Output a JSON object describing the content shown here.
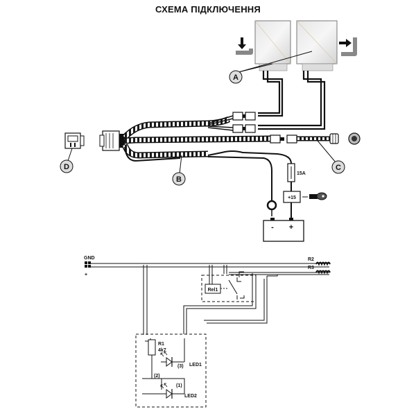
{
  "title": "СХЕМА ПІДКЛЮЧЕННЯ",
  "callouts": {
    "a": "A",
    "b": "B",
    "c": "C",
    "d": "D"
  },
  "fuse_label": "15A",
  "ignition_label": "+15",
  "battery": {
    "minus": "-",
    "plus": "+"
  },
  "schematic": {
    "gnd": "GND",
    "plus": "+",
    "r2": "R2",
    "r3": "R3",
    "relay": "Rel1",
    "r1": "R1",
    "r1_value": "4k7",
    "pin3": "(3)",
    "pin2": "(2)",
    "pin1": "(1)",
    "led1": "LED1",
    "led2": "LED2"
  }
}
